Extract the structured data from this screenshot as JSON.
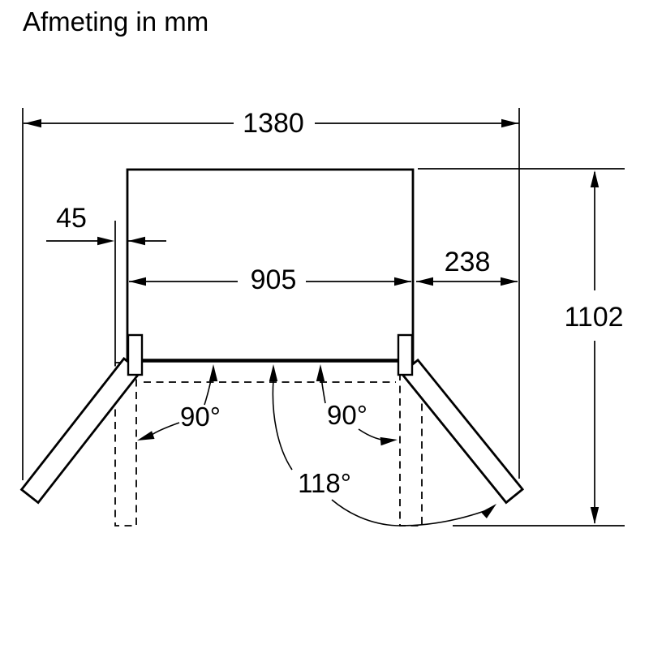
{
  "title": "Afmeting in mm",
  "colors": {
    "ink": "#000000",
    "background": "#ffffff"
  },
  "dimensions": {
    "overall_width": "1380",
    "door_gap": "45",
    "body_width": "905",
    "right_clearance": "238",
    "depth_doors_open": "1102"
  },
  "angles": {
    "left_door": "90°",
    "right_door": "90°",
    "door_max_opening": "118°"
  }
}
